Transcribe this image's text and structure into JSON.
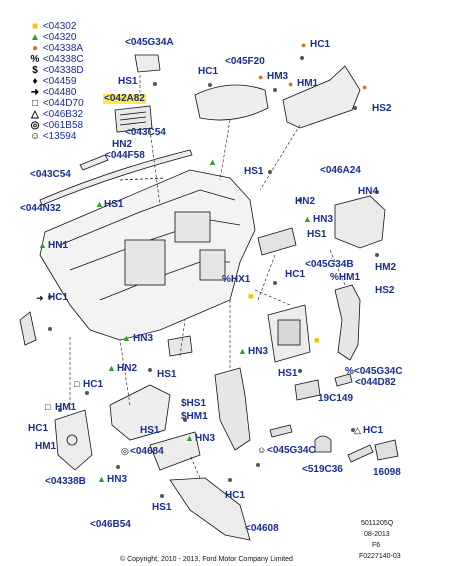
{
  "colors": {
    "label": "#1a2e8a",
    "line": "#111111",
    "sq_yellow": "#f5c400",
    "tri_green": "#2aa02a",
    "dot_orange": "#c9782c",
    "highlight": "#ffe94d"
  },
  "legend": [
    {
      "symbol": "■",
      "icon": "yellow-square",
      "code": "<04302"
    },
    {
      "symbol": "▲",
      "icon": "green-triangle",
      "code": "<04320"
    },
    {
      "symbol": "●",
      "icon": "orange-dot",
      "code": "<04338A"
    },
    {
      "symbol": "%",
      "icon": "percent",
      "code": "<04338C"
    },
    {
      "symbol": "$",
      "icon": "dollar",
      "code": "<04338D"
    },
    {
      "symbol": "♦",
      "icon": "diamond",
      "code": "<04459"
    },
    {
      "symbol": "➜",
      "icon": "arrow",
      "code": "<04480"
    },
    {
      "symbol": "□",
      "icon": "open-square",
      "code": "<044D70"
    },
    {
      "symbol": "△",
      "icon": "open-triangle",
      "code": "<046B32"
    },
    {
      "symbol": "◎",
      "icon": "bullseye",
      "code": "<061B58"
    },
    {
      "symbol": "☺",
      "icon": "smiley",
      "code": "<13594"
    }
  ],
  "callouts": {
    "c045G34A_top": "<045G34A",
    "hs1_a": "HS1",
    "c042A82": "<042A82",
    "c043C54_a": "<043C54",
    "hn2_a": "HN2",
    "c044F58": "<044F58",
    "c043C54_b": "<043C54",
    "c044N32": "<044N32",
    "hs1_b": "HS1",
    "hn1_a": "HN1",
    "hc1_a": "HC1",
    "c045F20": "<045F20",
    "hc1_top": "HC1",
    "hm3": "HM3",
    "hm1_a": "HM1",
    "hs2_a": "HS2",
    "c046A24": "<046A24",
    "hs1_c": "HS1",
    "hn4": "HN4",
    "hn2_b": "HN2",
    "hn3_a": "HN3",
    "hs1_d": "HS1",
    "c045G34B": "<045G34B",
    "hm2": "HM2",
    "hx1": "%HX1",
    "hc1_b": "HC1",
    "hm1_b": "%HM1",
    "hs2_b": "HS2",
    "hc1_c": "HC1",
    "hn3_b": "HN3",
    "hn3_c": "HN3",
    "hn2_c": "HN2",
    "hs1_e": "HS1",
    "c045G34C_a": "%<045G34C",
    "c044D82": "<044D82",
    "hs1_f": "HS1",
    "c19C149": "19C149",
    "hc1_d": "HC1",
    "hm1_c": "HM1",
    "hs1_g": "$HS1",
    "hm1_d": "$HM1",
    "hc1_e": "HC1",
    "hs1_h": "HS1",
    "hn3_d": "HN3",
    "c045G34C_b": "<045G34C",
    "hc1_f": "HC1",
    "hm1_e": "HM1",
    "c04684": "<04684",
    "c519C36": "<519C36",
    "c16098": "16098",
    "c04338B": "<04338B",
    "hn3_e": "HN3",
    "hc1_g": "HC1",
    "hs1_i": "HS1",
    "c04608": "<04608",
    "c046B54": "<046B54"
  },
  "footer": {
    "id": "5011205Q",
    "date": "08-2013",
    "page": "F6",
    "ref": "F0227140-03",
    "copyright": "© Copyright, 2010 - 2013, Ford Motor Company Limited"
  }
}
